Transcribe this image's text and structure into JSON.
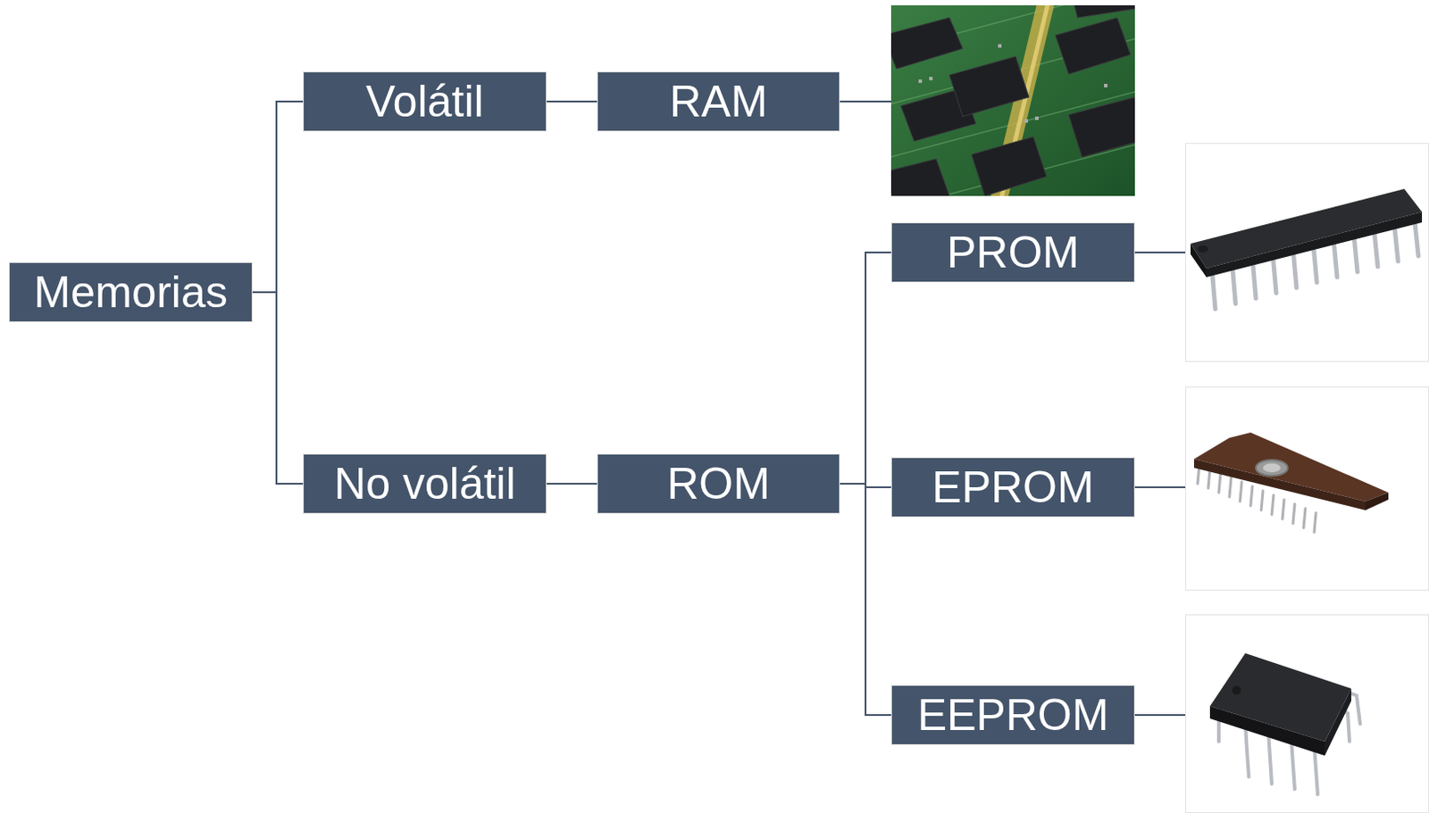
{
  "diagram": {
    "nodes": [
      {
        "text": [
          "Memorias"
        ]
      },
      {
        "text": [
          "Volátil"
        ]
      },
      {
        "text": [
          "RAM"
        ]
      },
      {
        "text": [
          "No volátil"
        ]
      },
      {
        "text": [
          "ROM"
        ]
      },
      {
        "text": [
          "PROM"
        ]
      },
      {
        "text": [
          "EPROM"
        ]
      },
      {
        "text": [
          "EEPROM"
        ]
      }
    ],
    "edges": [
      {
        "from": 0,
        "to": 1,
        "arrow": "none"
      },
      {
        "from": 0,
        "to": 3,
        "arrow": "none"
      },
      {
        "from": 1,
        "to": 2,
        "arrow": "none"
      },
      {
        "from": 3,
        "to": 4,
        "arrow": "none"
      },
      {
        "from": 4,
        "to": 5,
        "arrow": "none"
      },
      {
        "from": 4,
        "to": 6,
        "arrow": "none"
      },
      {
        "from": 4,
        "to": 7,
        "arrow": "none"
      }
    ]
  }
}
